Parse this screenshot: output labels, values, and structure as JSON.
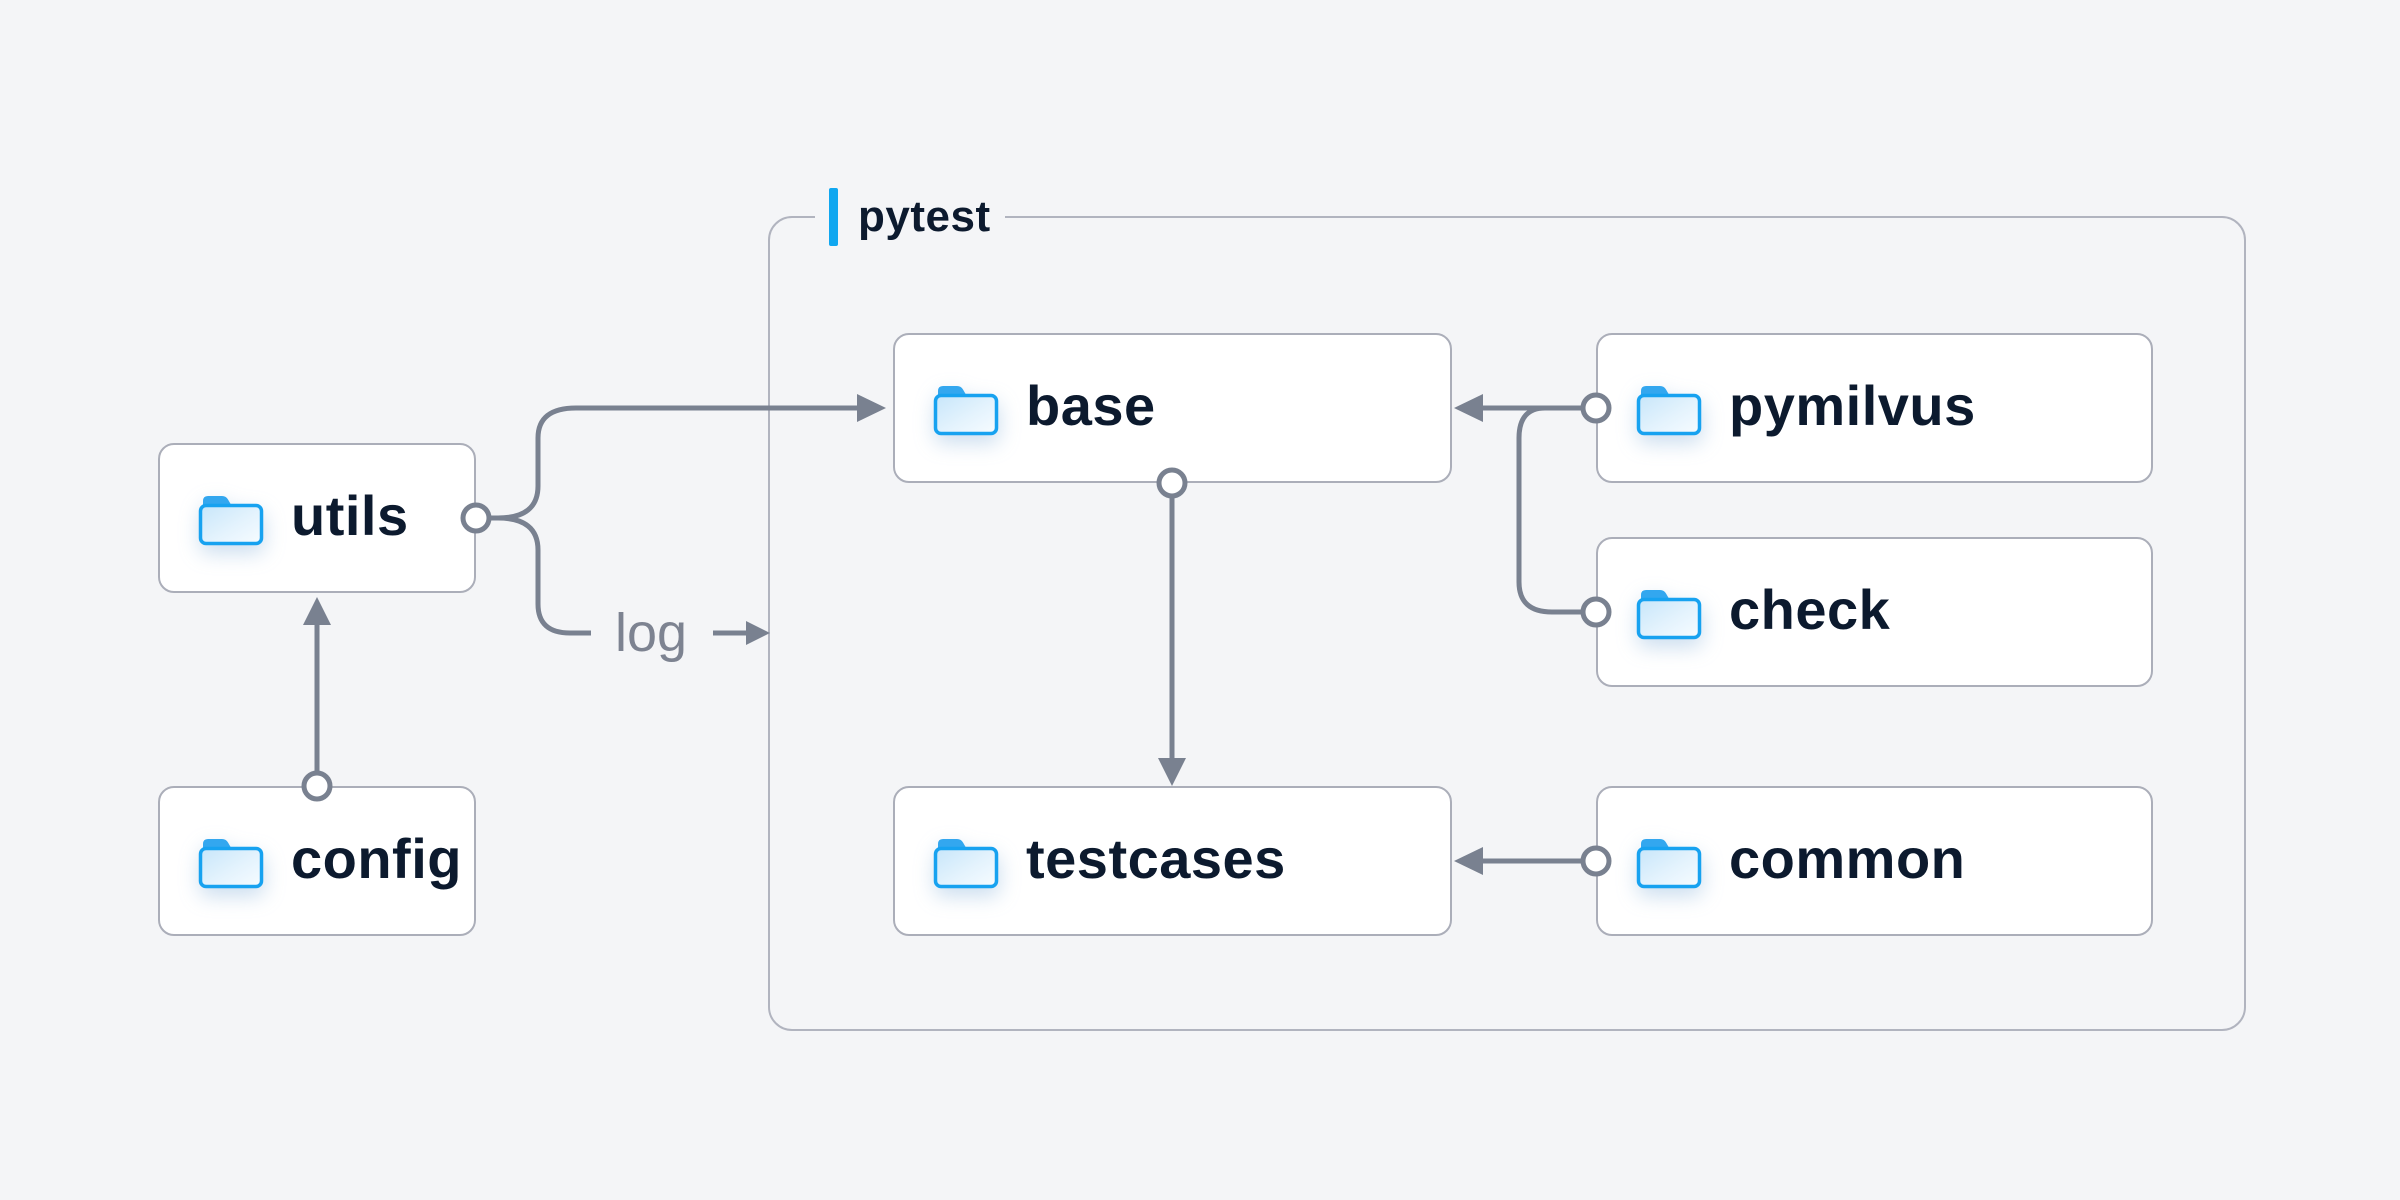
{
  "diagram": {
    "title": "pytest folder-structure diagram",
    "background_color": "#f4f5f7",
    "accent_color": "#10a7f0",
    "wire_color": "#798190",
    "box_border_color": "#abaeb9",
    "label_color": "#0c1a2e",
    "muted_label_color": "#7d8391",
    "container": {
      "label": "pytest"
    },
    "nodes": [
      {
        "id": "utils",
        "label": "utils",
        "icon": "folder-icon",
        "in_container": false
      },
      {
        "id": "config",
        "label": "config",
        "icon": "folder-icon",
        "in_container": false
      },
      {
        "id": "base",
        "label": "base",
        "icon": "folder-icon",
        "in_container": true
      },
      {
        "id": "pymilvus",
        "label": "pymilvus",
        "icon": "folder-icon",
        "in_container": true
      },
      {
        "id": "check",
        "label": "check",
        "icon": "folder-icon",
        "in_container": true
      },
      {
        "id": "testcases",
        "label": "testcases",
        "icon": "folder-icon",
        "in_container": true
      },
      {
        "id": "common",
        "label": "common",
        "icon": "folder-icon",
        "in_container": true
      }
    ],
    "flow_label": "log",
    "edges": [
      {
        "from": "config",
        "to": "utils",
        "type": "arrow"
      },
      {
        "from": "utils",
        "to": "base",
        "type": "arrow"
      },
      {
        "from": "utils",
        "to": "log",
        "type": "labeled-arrow",
        "label": "log"
      },
      {
        "from": "base",
        "to": "testcases",
        "type": "arrow"
      },
      {
        "from": "pymilvus",
        "to": "base",
        "type": "arrow"
      },
      {
        "from": "check",
        "to": "base",
        "type": "arrow"
      },
      {
        "from": "common",
        "to": "testcases",
        "type": "arrow"
      }
    ]
  }
}
